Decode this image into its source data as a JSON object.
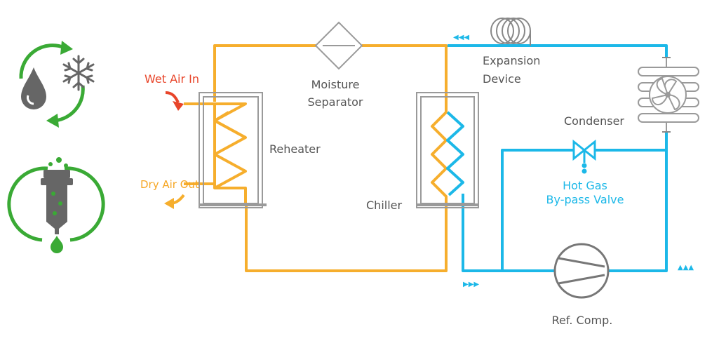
{
  "labels": {
    "wet_air_in": "Wet Air In",
    "dry_air_out": "Dry Air Out",
    "reheater": "Reheater",
    "moisture_separator_1": "Moisture",
    "moisture_separator_2": "Separator",
    "chiller": "Chiller",
    "expansion_device_1": "Expansion",
    "expansion_device_2": "Device",
    "condenser": "Condenser",
    "hot_gas_1": "Hot Gas",
    "hot_gas_2": "By-pass Valve",
    "ref_comp": "Ref. Comp."
  },
  "flow_arrows": {
    "top": "◀◀◀",
    "bottom": "▶▶▶",
    "right": "▲▲▲"
  },
  "colors": {
    "air_loop": "#f6ae2d",
    "refrigerant_loop": "#1cb8e8",
    "wet_air": "#e8452a",
    "equipment": "#9a9a9a",
    "icon_dark": "#666666",
    "icon_green": "#3aaa35"
  },
  "icons": [
    "refrigeration-cycle-icon",
    "snowflake-icon",
    "water-drop-icon",
    "filter-icon"
  ]
}
